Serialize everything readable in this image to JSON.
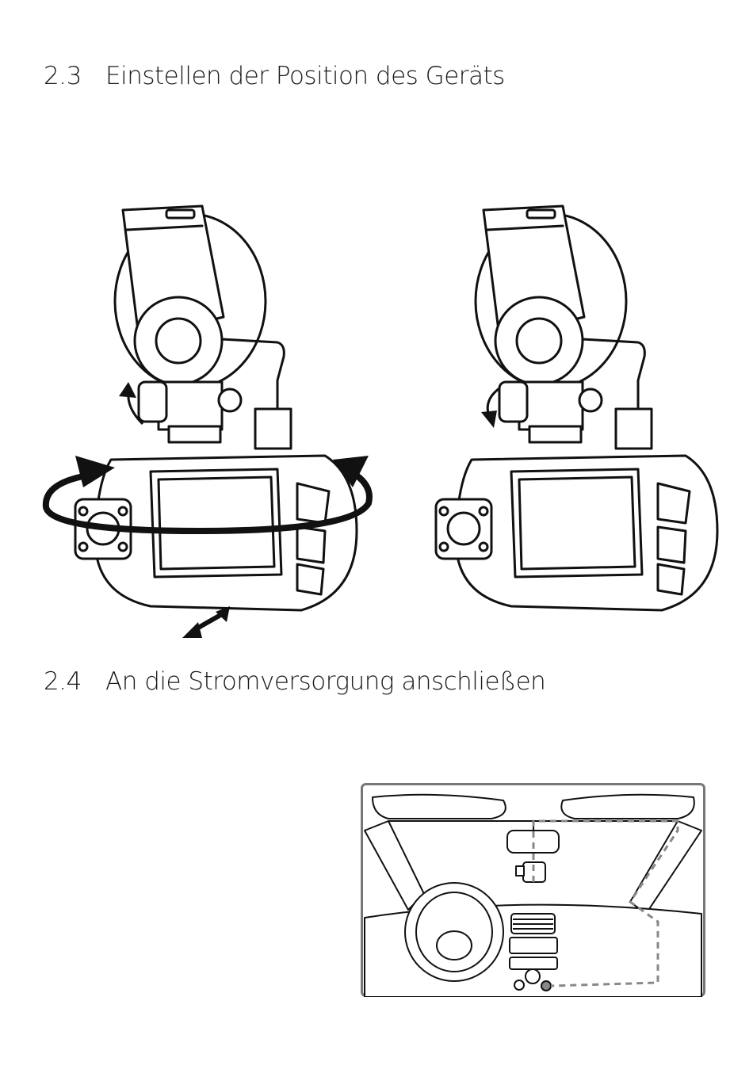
{
  "sections": [
    {
      "number": "2.3",
      "title": "Einstellen der Position des Geräts"
    },
    {
      "number": "2.4",
      "title": "An die Stromversorgung anschließen"
    }
  ],
  "illustrations": {
    "left": "camera-rotation-arrows-icon",
    "right": "camera-tilt-arrow-icon",
    "car": "car-interior-cable-routing-icon"
  }
}
